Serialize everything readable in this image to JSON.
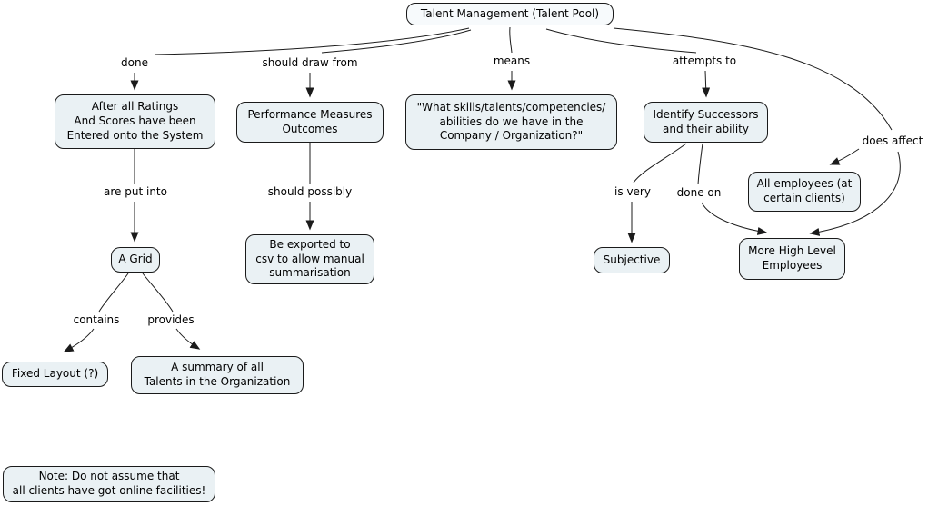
{
  "diagram": {
    "title_node": "Talent Management (Talent Pool)",
    "nodes": {
      "ratings": "After all Ratings\nAnd Scores have been\nEntered onto the System",
      "performance": "Performance Measures\nOutcomes",
      "skills_question": "\"What skills/talents/competencies/\nabilities do we have in the\nCompany / Organization?\"",
      "identify_successors": "Identify Successors\nand their ability",
      "grid": "A Grid",
      "fixed_layout": "Fixed Layout (?)",
      "summary": "A summary of all\nTalents in the Organization",
      "export_csv": "Be exported to\ncsv to allow manual\nsummarisation",
      "subjective": "Subjective",
      "all_employees": "All employees (at\ncertain clients)",
      "high_level": "More High Level\nEmployees",
      "note": "Note: Do not assume that\nall clients have got online facilities!"
    },
    "links": {
      "done": "done",
      "should_draw_from": "should draw from",
      "means": "means",
      "attempts_to": "attempts to",
      "does_affect": "does affect",
      "are_put_into": "are put into",
      "should_possibly": "should possibly",
      "contains": "contains",
      "provides": "provides",
      "is_very": "is very",
      "done_on": "done on"
    },
    "colors": {
      "node_fill": "#eaf1f4",
      "node_border": "#1a1a1a",
      "line": "#1b1b1b",
      "background": "#ffffff"
    }
  }
}
